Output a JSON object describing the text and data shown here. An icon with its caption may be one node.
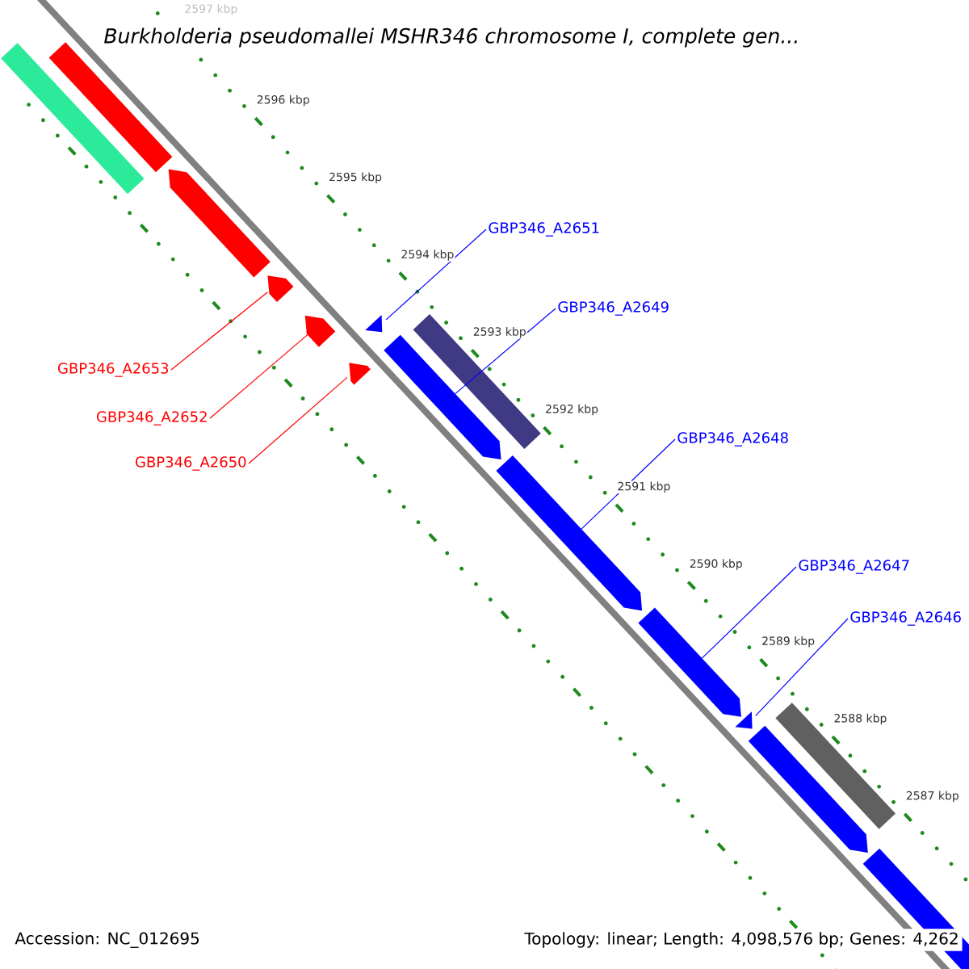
{
  "diagram": {
    "title": "Burkholderia pseudomallei MSHR346 chromosome I, complete gen...",
    "nodes": [
      {
        "text": [
          "GBP346_A2651"
        ]
      },
      {
        "text": [
          "GBP346_A2649"
        ]
      },
      {
        "text": [
          "GBP346_A2653"
        ]
      },
      {
        "text": [
          "GBP346_A2652"
        ]
      },
      {
        "text": [
          "GBP346_A2648"
        ]
      },
      {
        "text": [
          "GBP346_A2650"
        ]
      },
      {
        "text": [
          "GBP346_A2647"
        ]
      },
      {
        "text": [
          "GBP346_A2646"
        ]
      },
      {
        "text": [],
        "shape": "bar"
      },
      {
        "text": [],
        "shape": "bar"
      },
      {
        "text": [],
        "shape": "pentagon"
      },
      {
        "text": [],
        "shape": "pentagon"
      },
      {
        "text": [],
        "shape": "pentagon"
      },
      {
        "text": [],
        "shape": "pentagon"
      },
      {
        "text": [],
        "shape": "pentagon"
      },
      {
        "text": [],
        "shape": "pentagon"
      },
      {
        "text": [],
        "shape": "bar"
      },
      {
        "text": [],
        "shape": "pentagon"
      },
      {
        "text": [],
        "shape": "pentagon"
      },
      {
        "text": [],
        "shape": "pentagon"
      },
      {
        "text": [],
        "shape": "pentagon"
      },
      {
        "text": [],
        "shape": "bar"
      },
      {
        "text": [],
        "shape": "bar"
      }
    ],
    "edges": [
      {
        "from": 0,
        "to": 13,
        "arrow": "none"
      },
      {
        "from": 1,
        "to": 15,
        "arrow": "none"
      },
      {
        "from": 2,
        "to": 11,
        "arrow": "none",
        "color": "#ff0000"
      },
      {
        "from": 3,
        "to": 12,
        "arrow": "none",
        "color": "#ff0000"
      },
      {
        "from": 4,
        "to": 17,
        "arrow": "none"
      },
      {
        "from": 5,
        "to": 14,
        "arrow": "none",
        "color": "#ff0000"
      },
      {
        "from": 6,
        "to": 18,
        "arrow": "none"
      },
      {
        "from": 7,
        "to": 19,
        "arrow": "none"
      }
    ],
    "labels": [
      "2597 kbp",
      "2596 kbp",
      "2595 kbp",
      "2594 kbp",
      "2593 kbp",
      "2592 kbp",
      "2591 kbp",
      "2590 kbp",
      "2589 kbp",
      "2588 kbp",
      "2587 kbp",
      "Accession: NC_012695",
      "Topology: linear; Length: 4,098,576 bp; Genes: 4,262"
    ]
  }
}
